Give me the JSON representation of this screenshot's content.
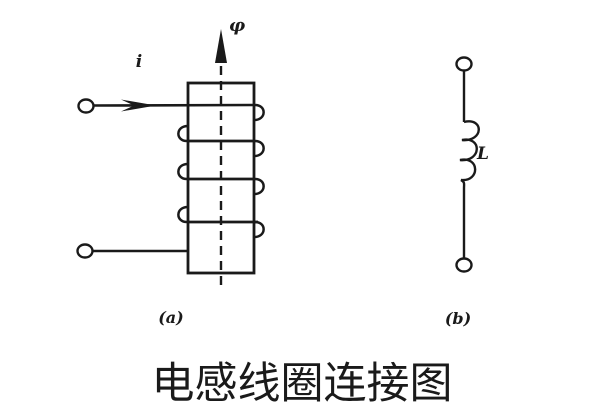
{
  "canvas": {
    "background": "#ffffff",
    "ink_color": "#1a1a1a"
  },
  "figure": {
    "part_a": {
      "sublabel": "(a)",
      "flux_label": "φ",
      "current_label": "i"
    },
    "part_b": {
      "sublabel": "(b)",
      "inductance_label": "L"
    },
    "caption": "电感线圈连接图"
  }
}
